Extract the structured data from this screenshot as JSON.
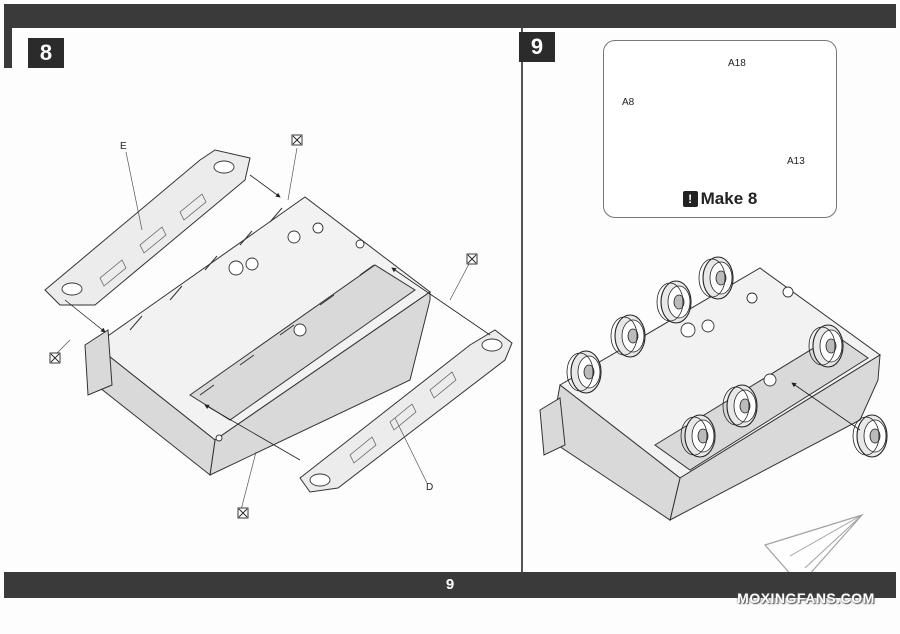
{
  "steps": {
    "left": {
      "number": "8"
    },
    "right": {
      "number": "9"
    }
  },
  "callout": {
    "parts": [
      "A18",
      "A8",
      "A13"
    ],
    "note_icon": "!",
    "note": "Make 8"
  },
  "part_labels": {
    "E": "E",
    "D": "D"
  },
  "icons": [
    "cement-icon"
  ],
  "page_number": "9",
  "watermark": "MOXINGFANS.COM"
}
